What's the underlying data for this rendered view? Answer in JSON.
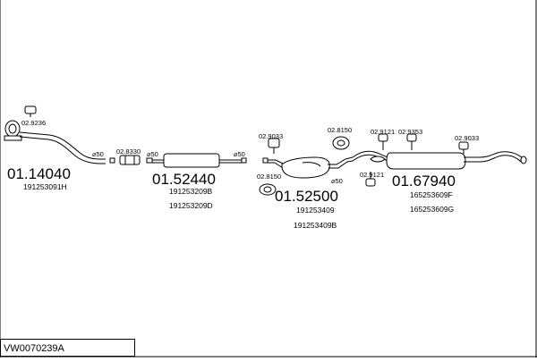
{
  "diagram": {
    "code": "VW0070239A",
    "parts": {
      "front_pipe": {
        "number": "01.14040",
        "refs": [
          "191253091H"
        ]
      },
      "front_silencer": {
        "number": "01.52440",
        "refs": [
          "191253209B",
          "191253209D"
        ]
      },
      "middle_silencer": {
        "number": "01.52500",
        "refs": [
          "191253409",
          "191253409B"
        ]
      },
      "rear_silencer": {
        "number": "01.67940",
        "refs": [
          "165253609F",
          "165253609G"
        ]
      }
    },
    "fittings": {
      "f1": "02.9236",
      "f2": "02.8330",
      "f3": "02.9033",
      "f4": "02.8150",
      "f5": "02.8150",
      "f6": "02.9121",
      "f7": "02.9121",
      "f8": "02.9353",
      "f9": "02.9033"
    },
    "diameters": {
      "d1": "⌀50",
      "d2": "⌀50",
      "d3": "⌀50",
      "d4": "⌀50"
    }
  }
}
